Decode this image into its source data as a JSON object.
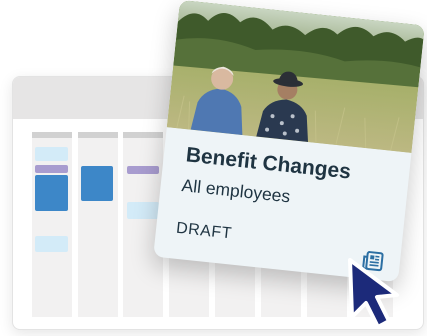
{
  "card": {
    "title": "Benefit Changes",
    "audience": "All employees",
    "status": "DRAFT"
  },
  "colors": {
    "card_background": "#eef4f7",
    "text": "#1f3442",
    "icon": "#2c6fa3",
    "cursor": "#1c2a7a",
    "event_blue": "#3d87c8",
    "event_light_blue": "#d3ebf8",
    "event_purple": "#a89ccf"
  },
  "icons": {
    "card_status_icon": "newspaper-icon",
    "pointer": "mouse-cursor-icon"
  }
}
